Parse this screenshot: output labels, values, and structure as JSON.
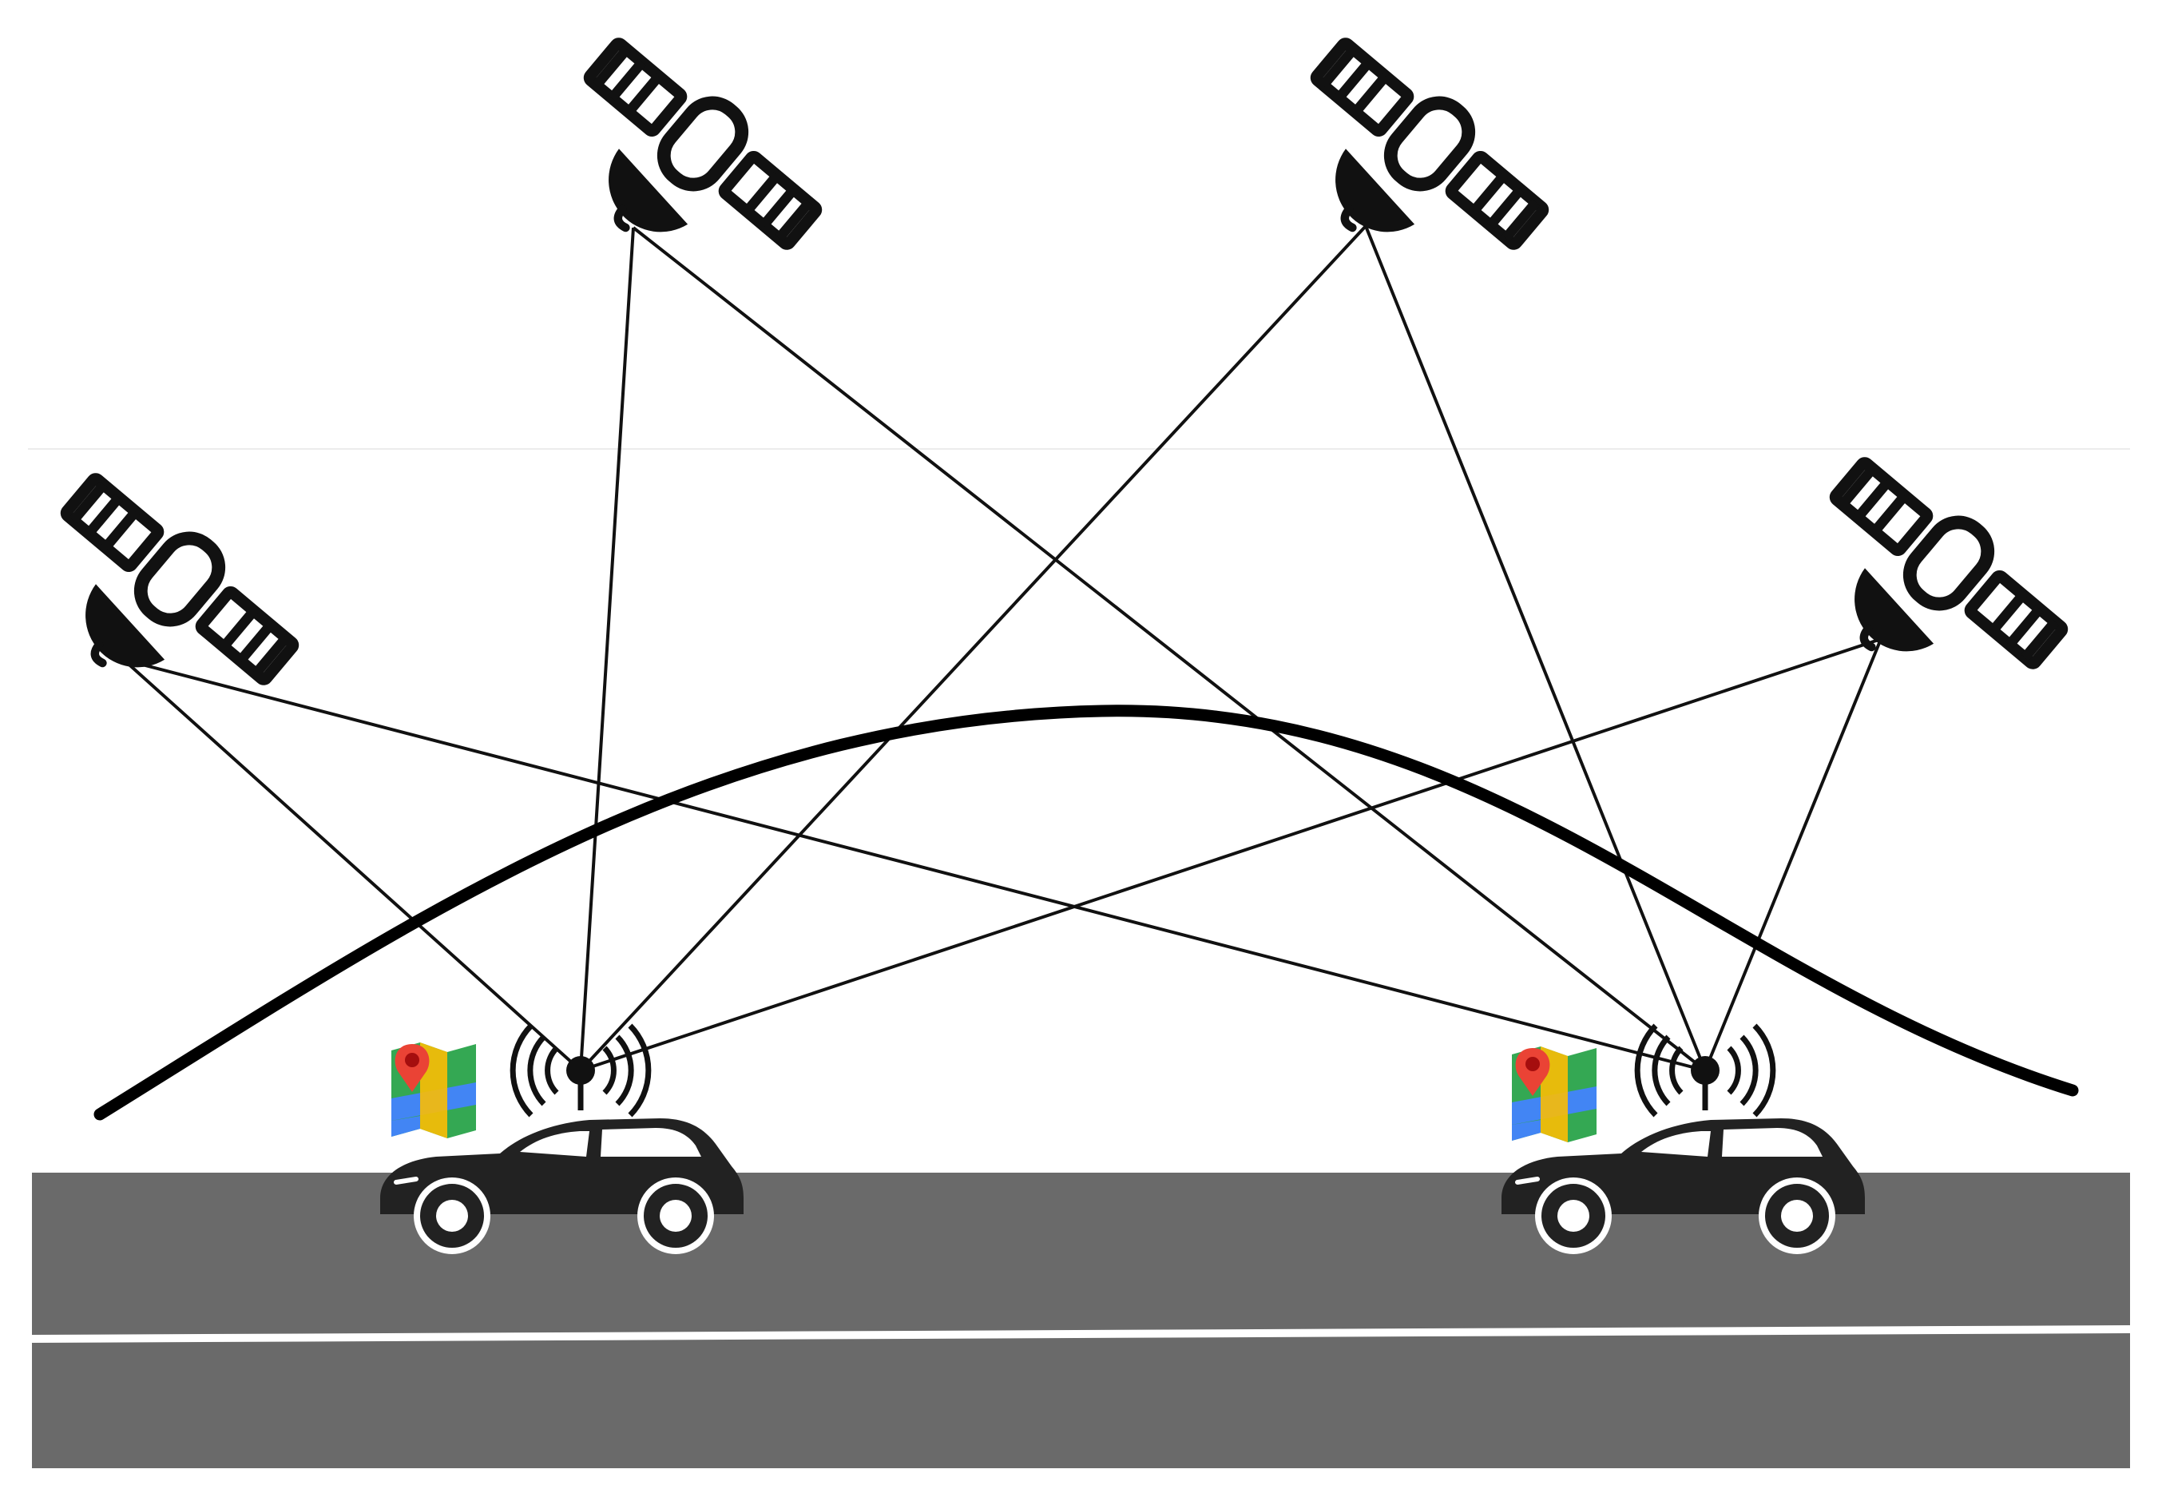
{
  "diagram": {
    "satellites": [
      {
        "id": "sat-1",
        "icon": "satellite-icon"
      },
      {
        "id": "sat-2",
        "icon": "satellite-icon"
      },
      {
        "id": "sat-3",
        "icon": "satellite-icon"
      },
      {
        "id": "sat-4",
        "icon": "satellite-icon"
      },
      {
        "id": "sat-5",
        "icon": "satellite-icon"
      }
    ],
    "vehicles": [
      {
        "id": "car-left",
        "icon": "car-icon",
        "antenna_icon": "antenna-signal-icon",
        "map_icon": "map-pin-icon"
      },
      {
        "id": "car-right",
        "icon": "car-icon",
        "antenna_icon": "antenna-signal-icon",
        "map_icon": "map-pin-icon"
      }
    ],
    "signal_links": [
      {
        "from": "sat-1",
        "to": "car-left"
      },
      {
        "from": "sat-1",
        "to": "car-right"
      },
      {
        "from": "sat-2",
        "to": "car-left"
      },
      {
        "from": "sat-2",
        "to": "car-right"
      },
      {
        "from": "sat-3",
        "to": "car-left"
      },
      {
        "from": "sat-3",
        "to": "car-right"
      },
      {
        "from": "sat-5",
        "to": "car-left"
      },
      {
        "from": "sat-5",
        "to": "car-right"
      }
    ],
    "colors": {
      "background": "#ffffff",
      "ink": "#111111",
      "road": "#6a6a6a",
      "lane_marking": "#ffffff",
      "car_body": "#222222",
      "map_green": "#34a853",
      "map_blue": "#4285f4",
      "map_yellow": "#fbbc04",
      "map_pin": "#ea4335"
    }
  }
}
